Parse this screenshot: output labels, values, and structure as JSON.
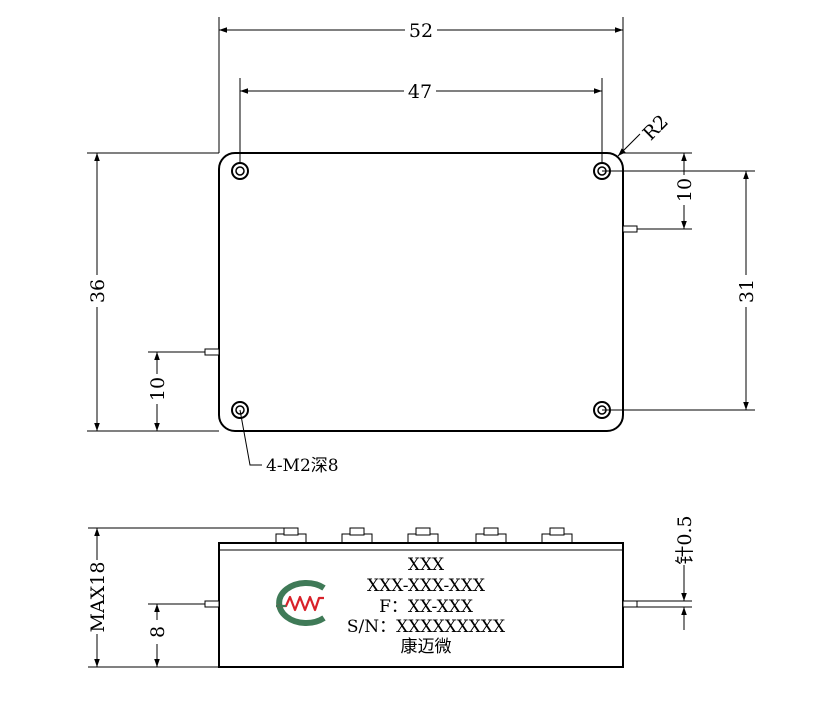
{
  "top_view": {
    "width_overall": "52",
    "hole_spacing_x": "47",
    "corner_radius": "R2",
    "height_overall": "36",
    "hole_spacing_y": "31",
    "right_pin_offset": "10",
    "left_pin_offset": "10",
    "mount_hole_note": "4-M2深8"
  },
  "side_view": {
    "max_height": "MAX18",
    "pin_height": "8",
    "pin_diameter": "针0.5",
    "label_lines": [
      "XXX",
      "XXX-XXX-XXX",
      "F：XX-XXX",
      "S/N：XXXXXXXXX",
      "康迈微"
    ]
  },
  "colors": {
    "line": "#000000",
    "logo_green": "#3f7a57",
    "logo_red": "#d8222a"
  }
}
